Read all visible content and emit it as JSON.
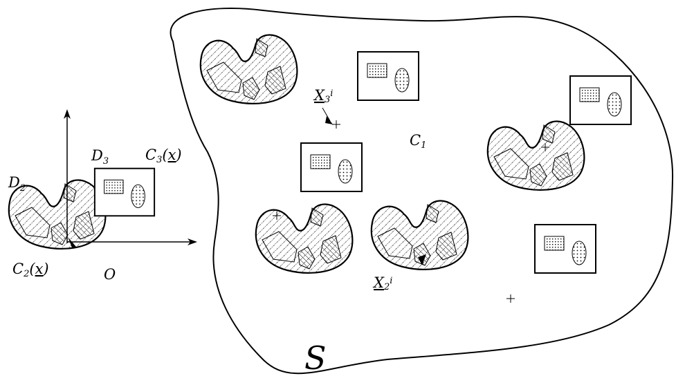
{
  "figure": {
    "region_label": "S",
    "labels": {
      "D2": {
        "main": "D",
        "sub": "2"
      },
      "D3": {
        "main": "D",
        "sub": "3"
      },
      "C3x": {
        "main": "C",
        "sub": "3",
        "arg_open": "(",
        "arg": "x",
        "arg_close": ")"
      },
      "C2x": {
        "main": "C",
        "sub": "2",
        "arg_open": "(",
        "arg": "x",
        "arg_close": ")"
      },
      "O": {
        "main": "O"
      },
      "C1": {
        "main": "C",
        "sub": "1"
      },
      "X3i": {
        "main": "X",
        "sub": "3",
        "sup": "i"
      },
      "X2i": {
        "main": "X",
        "sub": "2",
        "sup": "i"
      }
    },
    "colors": {
      "stroke": "#000000",
      "background": "#ffffff"
    }
  }
}
